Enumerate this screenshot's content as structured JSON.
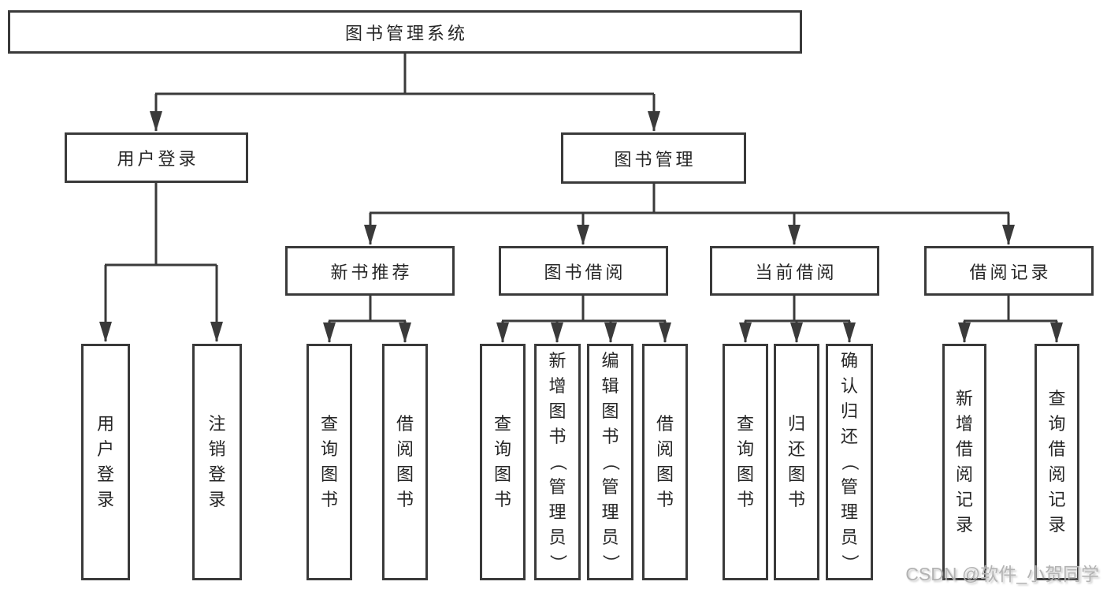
{
  "colors": {
    "line": "#3a3a3a",
    "box_border": "#3a3a3a",
    "text": "#262626",
    "watermark": "#b3b3b3"
  },
  "tree": {
    "root": "图书管理系统",
    "branches": [
      {
        "label": "用户登录",
        "children": [
          "用户登录",
          "注销登录"
        ]
      },
      {
        "label": "图书管理",
        "children": [
          {
            "label": "新书推荐",
            "children": [
              "查询图书",
              "借阅图书"
            ]
          },
          {
            "label": "图书借阅",
            "children": [
              "查询图书",
              "新增图书（管理员）",
              "编辑图书（管理员）",
              "借阅图书"
            ]
          },
          {
            "label": "当前借阅",
            "children": [
              "查询图书",
              "归还图书",
              "确认归还（管理员）"
            ]
          },
          {
            "label": "借阅记录",
            "children": [
              "新增借阅记录",
              "查询借阅记录"
            ]
          }
        ]
      }
    ]
  },
  "watermark": {
    "text": "CSDN @软件_小贺同学"
  }
}
